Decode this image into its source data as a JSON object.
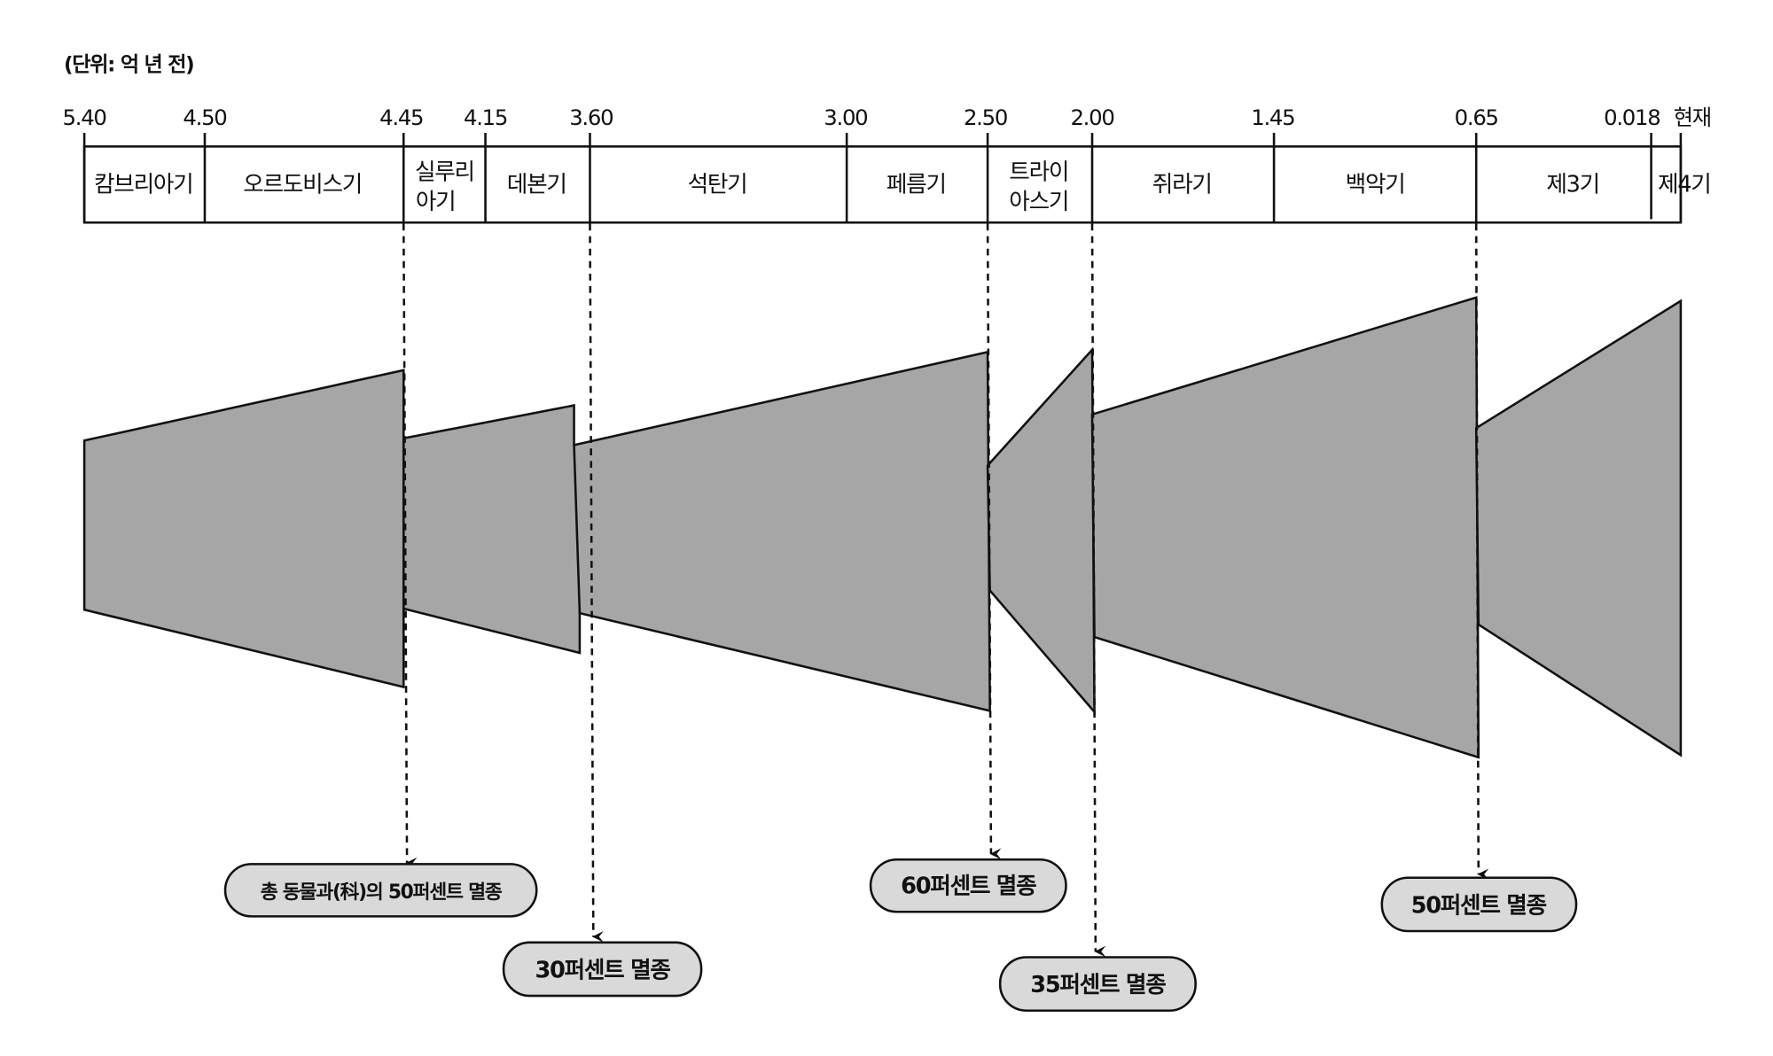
{
  "unit_label": "(단위: 억 년 전)",
  "ticks": [
    "5.40",
    "4.50",
    "4.45",
    "4.15",
    "3.60",
    "3.00",
    "2.50",
    "2.00",
    "1.45",
    "0.65",
    "0.018",
    "현재"
  ],
  "periods": {
    "cambrian": "캄브리아기",
    "ordovician": "오르도비스기",
    "silurian_1": "실루리",
    "silurian_2": "아기",
    "devonian": "데본기",
    "carboniferous": "석탄기",
    "permian": "페름기",
    "triassic_1": "트라이",
    "triassic_2": "아스기",
    "jurassic": "쥐라기",
    "cretaceous": "백악기",
    "tertiary": "제3기",
    "quaternary": "제4기"
  },
  "extinctions": [
    "총 동물과(科)의 50퍼센트 멸종",
    "30퍼센트 멸종",
    "60퍼센트 멸종",
    "35퍼센트 멸종",
    "50퍼센트 멸종"
  ],
  "colors": {
    "shape": "#a6a6a6",
    "pill": "#d9d9d9",
    "line": "#111111"
  }
}
